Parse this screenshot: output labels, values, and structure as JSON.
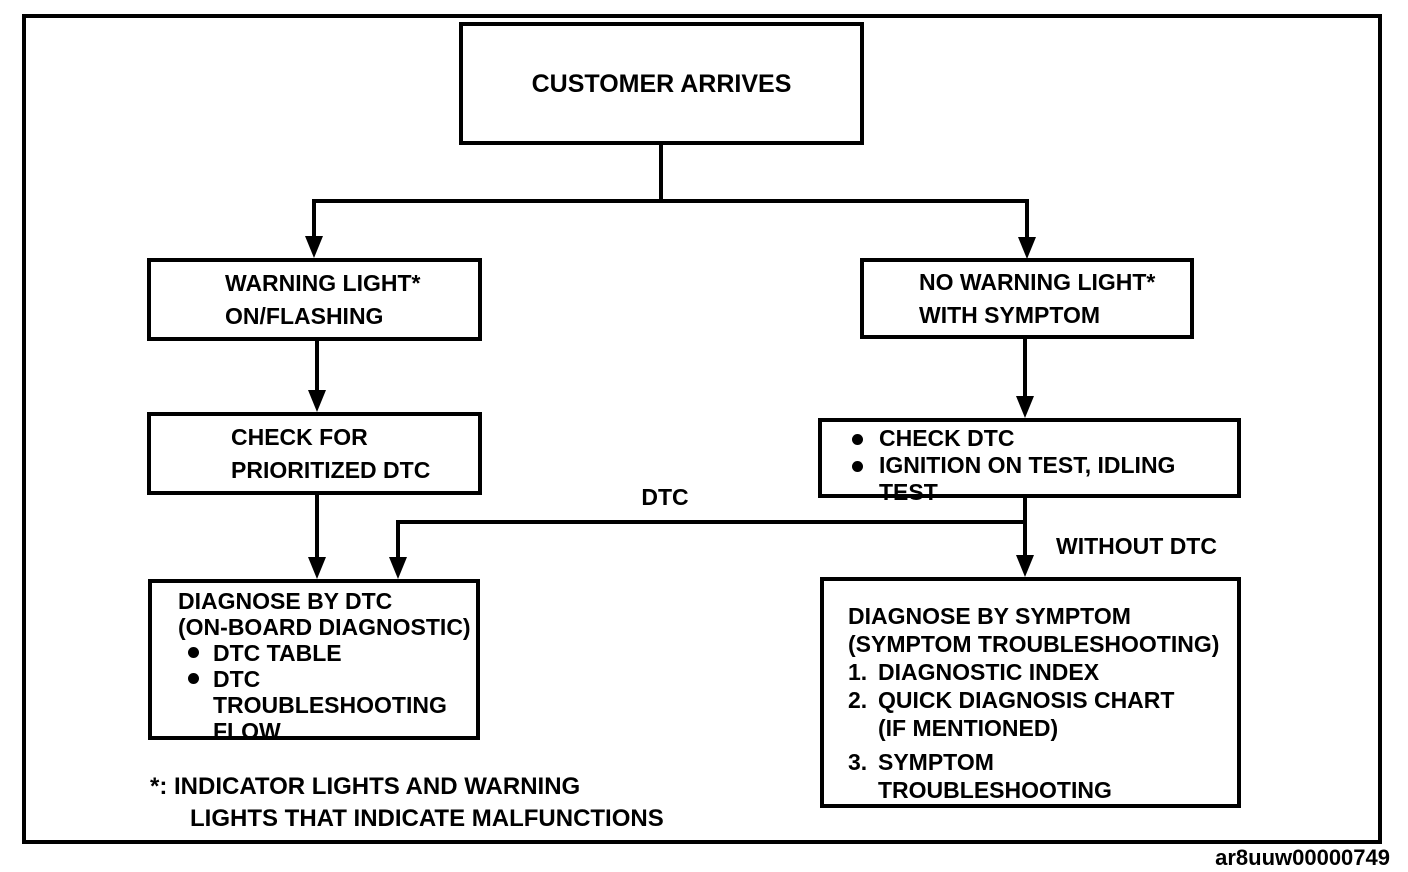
{
  "nodes": {
    "customer_arrives": {
      "text": "CUSTOMER ARRIVES"
    },
    "warning_light": {
      "line1": "WARNING LIGHT*",
      "line2": "ON/FLASHING"
    },
    "no_warning_light": {
      "line1": "NO WARNING LIGHT*",
      "line2": "WITH SYMPTOM"
    },
    "check_prioritized_dtc": {
      "line1": "CHECK FOR",
      "line2": "PRIORITIZED DTC"
    },
    "check_dtc_tests": {
      "bullet1": "CHECK DTC",
      "bullet2": "IGNITION ON TEST, IDLING TEST"
    },
    "diagnose_by_dtc": {
      "line1": "DIAGNOSE BY DTC",
      "line2": "(ON-BOARD DIAGNOSTIC)",
      "bullet1": "DTC TABLE",
      "bullet2": "DTC TROUBLESHOOTING FLOW"
    },
    "diagnose_by_symptom": {
      "line1": "DIAGNOSE BY SYMPTOM",
      "line2": "(SYMPTOM TROUBLESHOOTING)",
      "item1_num": "1.",
      "item1": "DIAGNOSTIC INDEX",
      "item2_num": "2.",
      "item2": "QUICK DIAGNOSIS CHART (IF MENTIONED)",
      "item3_num": "3.",
      "item3": "SYMPTOM TROUBLESHOOTING"
    }
  },
  "edge_labels": {
    "dtc": "DTC",
    "without_dtc": "WITHOUT DTC"
  },
  "footnote": {
    "line1": "*: INDICATOR LIGHTS AND WARNING",
    "line2": "LIGHTS THAT INDICATE MALFUNCTIONS"
  },
  "figure_code": "ar8uuw00000749",
  "colors": {
    "ink": "#000000",
    "background": "#ffffff"
  }
}
